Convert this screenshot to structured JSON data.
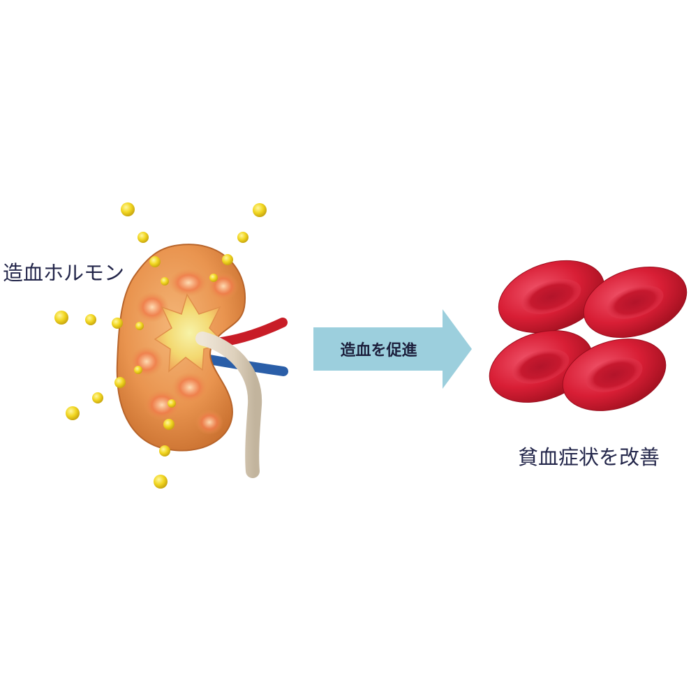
{
  "labels": {
    "hormone": "造血ホルモン",
    "arrow": "造血を促進",
    "result": "貧血症状を改善"
  },
  "colors": {
    "text": "#23264a",
    "arrow_fill": "#9ccfdd",
    "hormone_dot": "#f2d722",
    "kidney": "#e7924d",
    "blood_cell": "#d81e35",
    "artery": "#c81d27",
    "vein": "#2a5ea8",
    "ureter": "#e4d9c8"
  },
  "icons": {
    "organ": "kidney-illustration",
    "cells": "red-blood-cells-illustration"
  }
}
